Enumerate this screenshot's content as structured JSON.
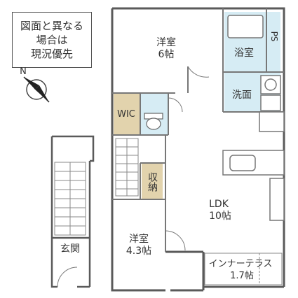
{
  "note": {
    "lines": [
      "図面と異なる",
      "場合は",
      "現況優先"
    ]
  },
  "compass": {
    "label": "N"
  },
  "rooms": {
    "western1": {
      "name": "洋室",
      "size": "6帖"
    },
    "bath": {
      "name": "浴室"
    },
    "ps": {
      "name": "PS"
    },
    "washroom": {
      "name": "洗面"
    },
    "wic": {
      "name": "WIC"
    },
    "storage": {
      "name": "収納"
    },
    "ldk": {
      "name": "LDK",
      "size": "10帖"
    },
    "western2": {
      "name": "洋室",
      "size": "4.3帖"
    },
    "entrance": {
      "name": "玄関"
    },
    "terrace": {
      "name": "インナーテラス",
      "size": "1.7帖"
    }
  },
  "colors": {
    "wall": "#5a5a5a",
    "wet_area": "#d6ecf4",
    "closet": "#e2d3ad",
    "outline": "#777777"
  }
}
